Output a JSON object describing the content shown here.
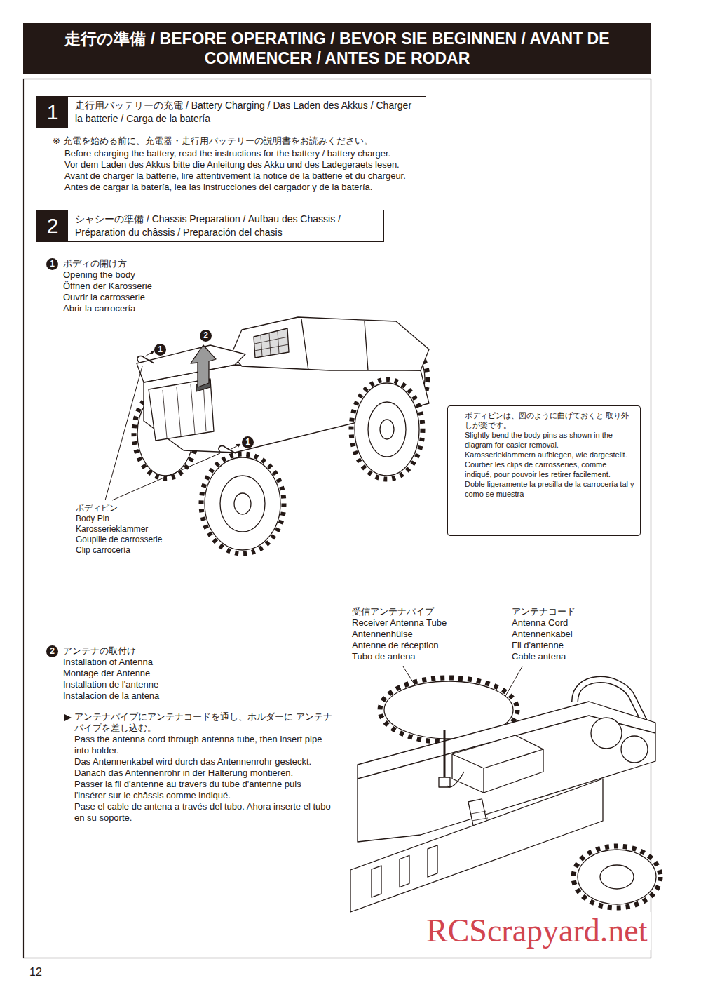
{
  "diagram": {
    "title": "走行の準備 / BEFORE OPERATING / BEVOR SIE BEGINNEN / AVANT DE COMMENCER / ANTES DE RODAR",
    "nodes": [
      {
        "text": [
          "1",
          "走行用バッテリーの充電 / Battery Charging / Das Laden des Akkus / Charger la batterie / Carga de la batería"
        ]
      },
      {
        "text": [
          "2",
          "シャシーの準備 / Chassis Preparation / Aufbau des Chassis / Préparation du châssis / Preparación del chasis"
        ]
      },
      {
        "text": [
          "ボディピンは、図のように曲げておくと 取り外しが楽です。",
          "Slightly bend the body pins as shown in the diagram for easier removal.",
          "Karosserieklammern aufbiegen, wie dargestellt.",
          "Courber les clips de carrosseries, comme indiqué, pour pouvoir les retirer facilement.",
          "Doble ligeramente la presilla de la carrocería tal y como se muestra"
        ]
      }
    ],
    "labels": [
      "※ 充電を始める前に、充電器・走行用バッテリーの説明書をお読みください。",
      "Before charging the battery, read the instructions for the battery / battery charger.",
      "Vor dem Laden des Akkus bitte die Anleitung des Akku und des Ladegeraets lesen.",
      "Avant de charger la batterie, lire attentivement la notice de la batterie et du chargeur.",
      "Antes de cargar la batería, lea las instrucciones del cargador y de la batería.",
      "1",
      "ボディの開け方",
      "Opening the body",
      "Öffnen der Karosserie",
      "Ouvrir la carrosserie",
      "Abrir la carrocería",
      "2",
      "1",
      "1",
      "ボディピン",
      "Body Pin",
      "Karosserieklammer",
      "Goupille de carrosserie",
      "Clip carrocería",
      "2",
      "アンテナの取付け",
      "Installation of Antenna",
      "Montage der Antenne",
      "Installation de l'antenne",
      "Instalacion de la antena",
      "アンテナパイプにアンテナコードを通し、ホルダーに アンテナパイプを差し込む。",
      "Pass the antenna cord through antenna tube, then insert pipe into holder.",
      "Das Antennenkabel wird durch das Antennenrohr gesteckt. Danach das Antennenrohr in der Halterung montieren.",
      "Passer la fil d'antenne au travers du tube d'antenne puis l'insérer sur le châssis comme indiqué.",
      "Pase el cable de antena a través del tubo. Ahora inserte el tubo en su soporte.",
      "受信アンテナパイプ",
      "Receiver Antenna Tube",
      "Antennenhülse",
      "Antenne de réception",
      "Tubo de antena",
      "アンテナコード",
      "Antenna Cord",
      "Antennenkabel",
      "Fil d'antenne",
      "Cable antena",
      "12",
      "RCScrapyard.net"
    ]
  }
}
